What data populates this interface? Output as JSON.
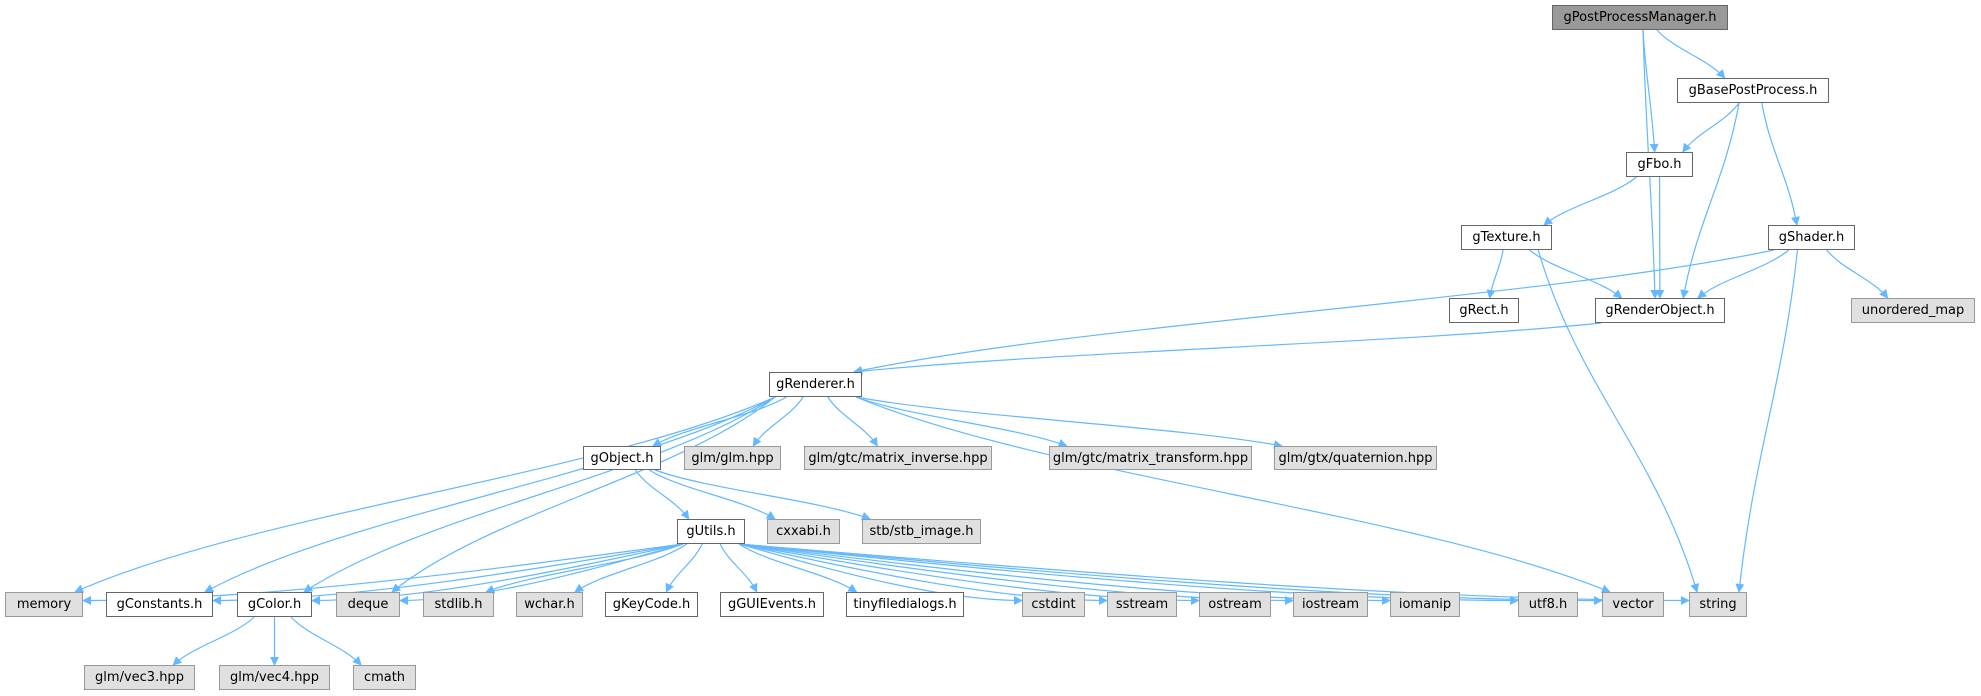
{
  "diagram": {
    "type": "include-dependency-graph",
    "root": "gPostProcessManager.h",
    "edge_color": "#63b8ff",
    "colors": {
      "root_fill": "#999999",
      "local_fill": "#ffffff",
      "system_fill": "#e0e0e0"
    },
    "nodes": [
      {
        "id": "gPostProcessManager",
        "label": "gPostProcessManager.h",
        "kind": "root"
      },
      {
        "id": "gBasePostProcess",
        "label": "gBasePostProcess.h",
        "kind": "local"
      },
      {
        "id": "gFbo",
        "label": "gFbo.h",
        "kind": "local"
      },
      {
        "id": "gTexture",
        "label": "gTexture.h",
        "kind": "local"
      },
      {
        "id": "gShader",
        "label": "gShader.h",
        "kind": "local"
      },
      {
        "id": "gRect",
        "label": "gRect.h",
        "kind": "local"
      },
      {
        "id": "gRenderObject",
        "label": "gRenderObject.h",
        "kind": "local"
      },
      {
        "id": "unordered_map",
        "label": "unordered_map",
        "kind": "system"
      },
      {
        "id": "gRenderer",
        "label": "gRenderer.h",
        "kind": "local"
      },
      {
        "id": "gObject",
        "label": "gObject.h",
        "kind": "local"
      },
      {
        "id": "glm_glm",
        "label": "glm/glm.hpp",
        "kind": "system"
      },
      {
        "id": "glm_matrix_inverse",
        "label": "glm/gtc/matrix_inverse.hpp",
        "kind": "system"
      },
      {
        "id": "glm_matrix_transform",
        "label": "glm/gtc/matrix_transform.hpp",
        "kind": "system"
      },
      {
        "id": "glm_quaternion",
        "label": "glm/gtx/quaternion.hpp",
        "kind": "system"
      },
      {
        "id": "gUtils",
        "label": "gUtils.h",
        "kind": "local"
      },
      {
        "id": "cxxabi",
        "label": "cxxabi.h",
        "kind": "system"
      },
      {
        "id": "stb_image",
        "label": "stb/stb_image.h",
        "kind": "system"
      },
      {
        "id": "memory",
        "label": "memory",
        "kind": "system"
      },
      {
        "id": "gConstants",
        "label": "gConstants.h",
        "kind": "local"
      },
      {
        "id": "gColor",
        "label": "gColor.h",
        "kind": "local"
      },
      {
        "id": "deque",
        "label": "deque",
        "kind": "system"
      },
      {
        "id": "stdlib",
        "label": "stdlib.h",
        "kind": "system"
      },
      {
        "id": "wchar",
        "label": "wchar.h",
        "kind": "system"
      },
      {
        "id": "gKeyCode",
        "label": "gKeyCode.h",
        "kind": "local"
      },
      {
        "id": "gGUIEvents",
        "label": "gGUIEvents.h",
        "kind": "local"
      },
      {
        "id": "tinyfiledialogs",
        "label": "tinyfiledialogs.h",
        "kind": "local"
      },
      {
        "id": "cstdint",
        "label": "cstdint",
        "kind": "system"
      },
      {
        "id": "sstream",
        "label": "sstream",
        "kind": "system"
      },
      {
        "id": "ostream",
        "label": "ostream",
        "kind": "system"
      },
      {
        "id": "iostream",
        "label": "iostream",
        "kind": "system"
      },
      {
        "id": "iomanip",
        "label": "iomanip",
        "kind": "system"
      },
      {
        "id": "utf8",
        "label": "utf8.h",
        "kind": "system"
      },
      {
        "id": "vector",
        "label": "vector",
        "kind": "system"
      },
      {
        "id": "string",
        "label": "string",
        "kind": "system"
      },
      {
        "id": "glm_vec3",
        "label": "glm/vec3.hpp",
        "kind": "system"
      },
      {
        "id": "glm_vec4",
        "label": "glm/vec4.hpp",
        "kind": "system"
      },
      {
        "id": "cmath",
        "label": "cmath",
        "kind": "system"
      }
    ],
    "edges": [
      [
        "gPostProcessManager",
        "gBasePostProcess"
      ],
      [
        "gPostProcessManager",
        "gFbo"
      ],
      [
        "gPostProcessManager",
        "gRenderObject"
      ],
      [
        "gBasePostProcess",
        "gFbo"
      ],
      [
        "gBasePostProcess",
        "gRenderObject"
      ],
      [
        "gBasePostProcess",
        "gShader"
      ],
      [
        "gFbo",
        "gTexture"
      ],
      [
        "gFbo",
        "gRenderObject"
      ],
      [
        "gTexture",
        "gRect"
      ],
      [
        "gTexture",
        "gRenderObject"
      ],
      [
        "gTexture",
        "string"
      ],
      [
        "gShader",
        "gRenderObject"
      ],
      [
        "gShader",
        "unordered_map"
      ],
      [
        "gShader",
        "gRenderer"
      ],
      [
        "gShader",
        "string"
      ],
      [
        "gRenderObject",
        "gRenderer"
      ],
      [
        "gRenderer",
        "memory"
      ],
      [
        "gRenderer",
        "gConstants"
      ],
      [
        "gRenderer",
        "gColor"
      ],
      [
        "gRenderer",
        "deque"
      ],
      [
        "gRenderer",
        "gObject"
      ],
      [
        "gRenderer",
        "glm_glm"
      ],
      [
        "gRenderer",
        "glm_matrix_inverse"
      ],
      [
        "gRenderer",
        "glm_matrix_transform"
      ],
      [
        "gRenderer",
        "glm_quaternion"
      ],
      [
        "gRenderer",
        "vector"
      ],
      [
        "gObject",
        "gUtils"
      ],
      [
        "gObject",
        "cxxabi"
      ],
      [
        "gObject",
        "stb_image"
      ],
      [
        "gUtils",
        "memory"
      ],
      [
        "gUtils",
        "gConstants"
      ],
      [
        "gUtils",
        "gColor"
      ],
      [
        "gUtils",
        "deque"
      ],
      [
        "gUtils",
        "stdlib"
      ],
      [
        "gUtils",
        "wchar"
      ],
      [
        "gUtils",
        "gKeyCode"
      ],
      [
        "gUtils",
        "gGUIEvents"
      ],
      [
        "gUtils",
        "tinyfiledialogs"
      ],
      [
        "gUtils",
        "cstdint"
      ],
      [
        "gUtils",
        "sstream"
      ],
      [
        "gUtils",
        "ostream"
      ],
      [
        "gUtils",
        "iostream"
      ],
      [
        "gUtils",
        "iomanip"
      ],
      [
        "gUtils",
        "utf8"
      ],
      [
        "gUtils",
        "vector"
      ],
      [
        "gUtils",
        "string"
      ],
      [
        "gColor",
        "glm_vec3"
      ],
      [
        "gColor",
        "glm_vec4"
      ],
      [
        "gColor",
        "cmath"
      ]
    ]
  }
}
